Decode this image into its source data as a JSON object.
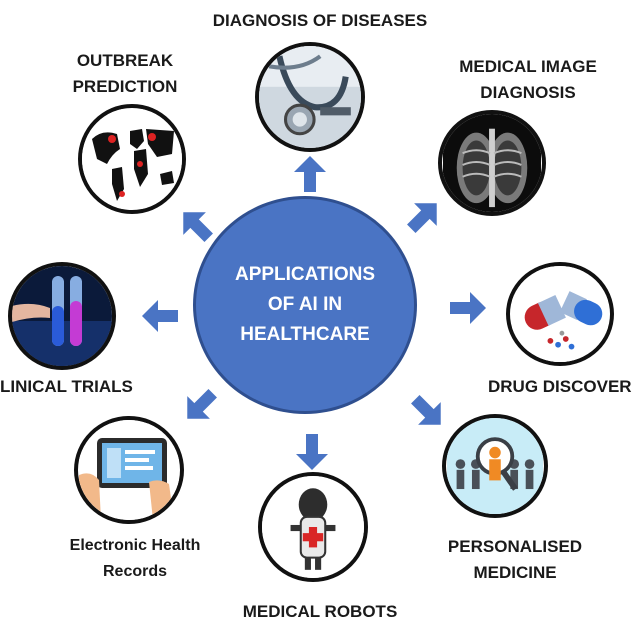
{
  "center": {
    "text": "APPLICATIONS\nOF AI IN\nHEALTHCARE"
  },
  "nodes": {
    "diagnosis": "DIAGNOSIS OF DISEASES",
    "outbreak": "OUTBREAK\nPREDICTION",
    "imaging": "MEDICAL IMAGE\nDIAGNOSIS",
    "clinical": "LINICAL TRIALS",
    "drug": "DRUG DISCOVER",
    "ehr": "Electronic Health\nRecords",
    "personalised": "PERSONALISED\nMEDICINE",
    "robots": "MEDICAL ROBOTS"
  },
  "colors": {
    "center": "#4a74c4",
    "arrow": "#4a74c4"
  },
  "icons": {
    "diagnosis": "stethoscope-icon",
    "outbreak": "world-map-icon",
    "imaging": "chest-xray-icon",
    "clinical": "test-tubes-icon",
    "drug": "capsule-pills-icon",
    "ehr": "tablet-records-icon",
    "personalised": "magnifier-people-icon",
    "robots": "robot-icon"
  }
}
